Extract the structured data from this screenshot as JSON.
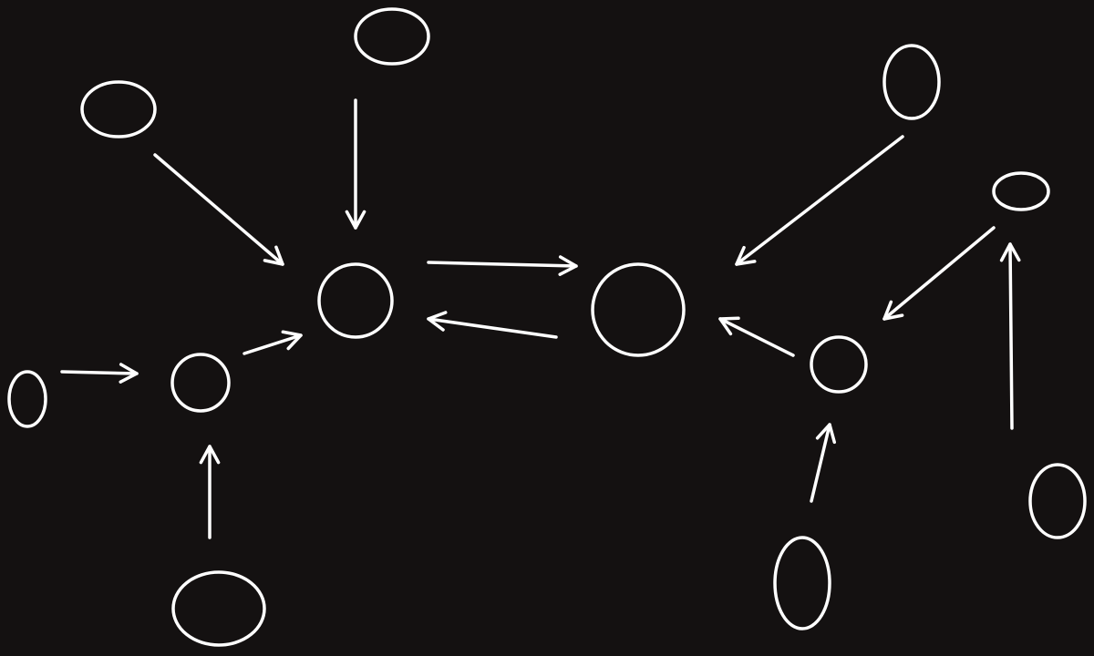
{
  "diagram": {
    "background": "#141111",
    "stroke_color": "#ffffff",
    "nodes": [
      {
        "id": "hub-left"
      },
      {
        "id": "hub-right"
      },
      {
        "id": "top-left"
      },
      {
        "id": "top-center"
      },
      {
        "id": "top-right"
      },
      {
        "id": "far-right-top"
      },
      {
        "id": "mid-left"
      },
      {
        "id": "far-left"
      },
      {
        "id": "bottom-left"
      },
      {
        "id": "mid-right"
      },
      {
        "id": "bottom-right-1"
      },
      {
        "id": "bottom-right-2"
      }
    ],
    "edges": [
      {
        "from": "top-left",
        "to": "hub-left"
      },
      {
        "from": "top-center",
        "to": "hub-left"
      },
      {
        "from": "mid-left",
        "to": "hub-left"
      },
      {
        "from": "far-left",
        "to": "mid-left"
      },
      {
        "from": "bottom-left",
        "to": "mid-left"
      },
      {
        "from": "hub-left",
        "to": "hub-right"
      },
      {
        "from": "hub-right",
        "to": "hub-left"
      },
      {
        "from": "top-right",
        "to": "hub-right"
      },
      {
        "from": "mid-right",
        "to": "hub-right"
      },
      {
        "from": "far-right-top",
        "to": "mid-right"
      },
      {
        "from": "bottom-right-1",
        "to": "mid-right"
      },
      {
        "from": "bottom-right-2",
        "to": "far-right-top"
      }
    ]
  }
}
